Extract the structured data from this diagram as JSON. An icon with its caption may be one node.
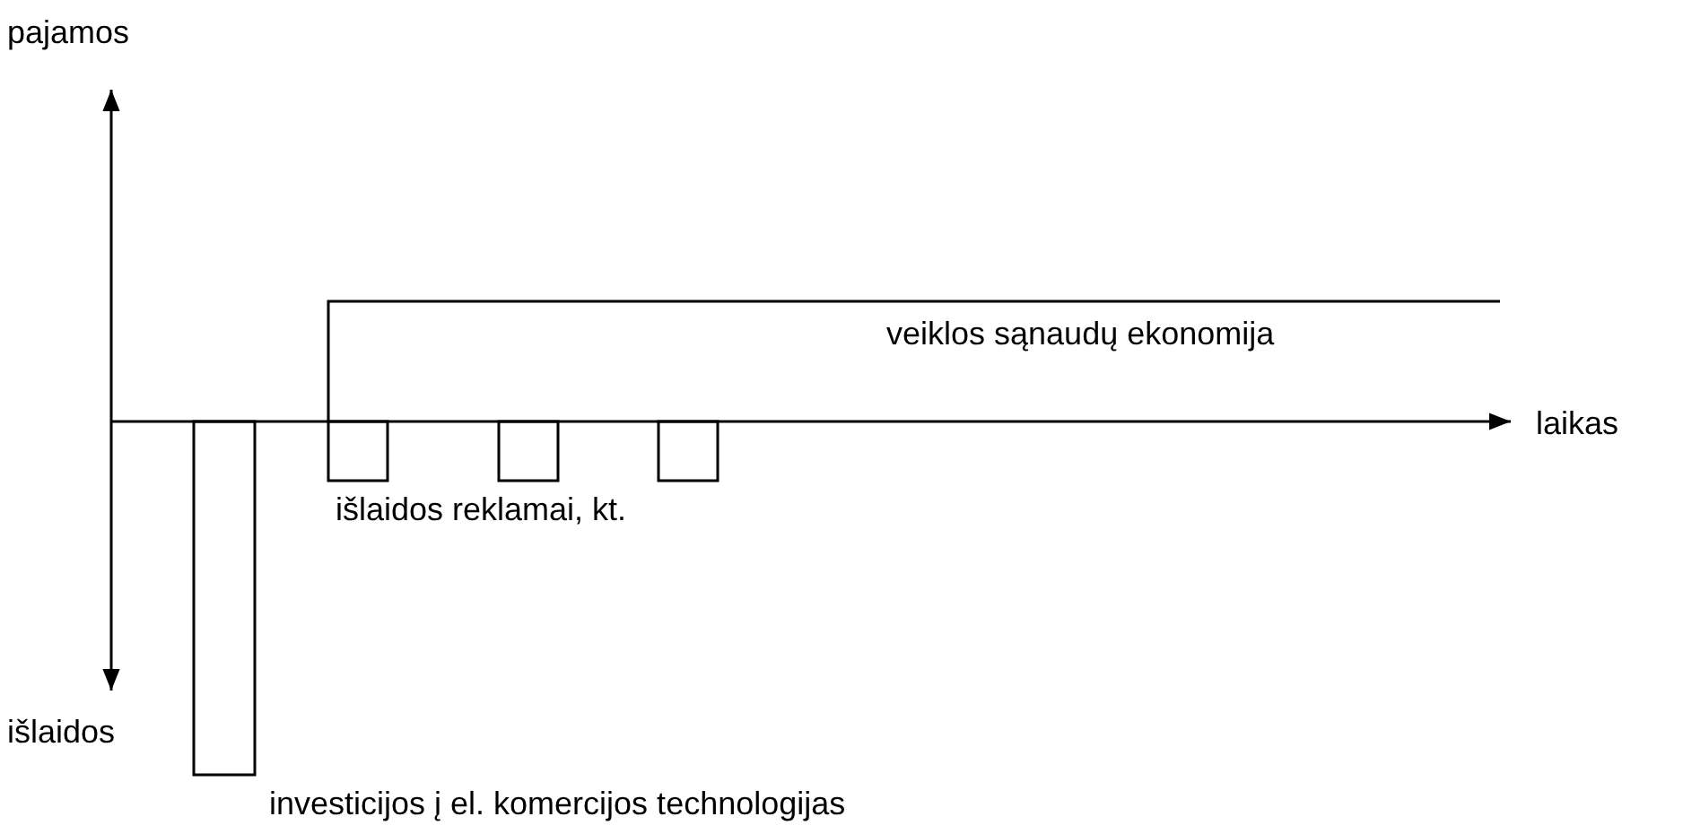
{
  "diagram": {
    "labels": [
      "pajamos",
      "veiklos sąnaudų ekonomija",
      "laikas",
      "išlaidos reklamai, kt.",
      "išlaidos",
      "investicijos į el. komercijos technologijas"
    ]
  }
}
